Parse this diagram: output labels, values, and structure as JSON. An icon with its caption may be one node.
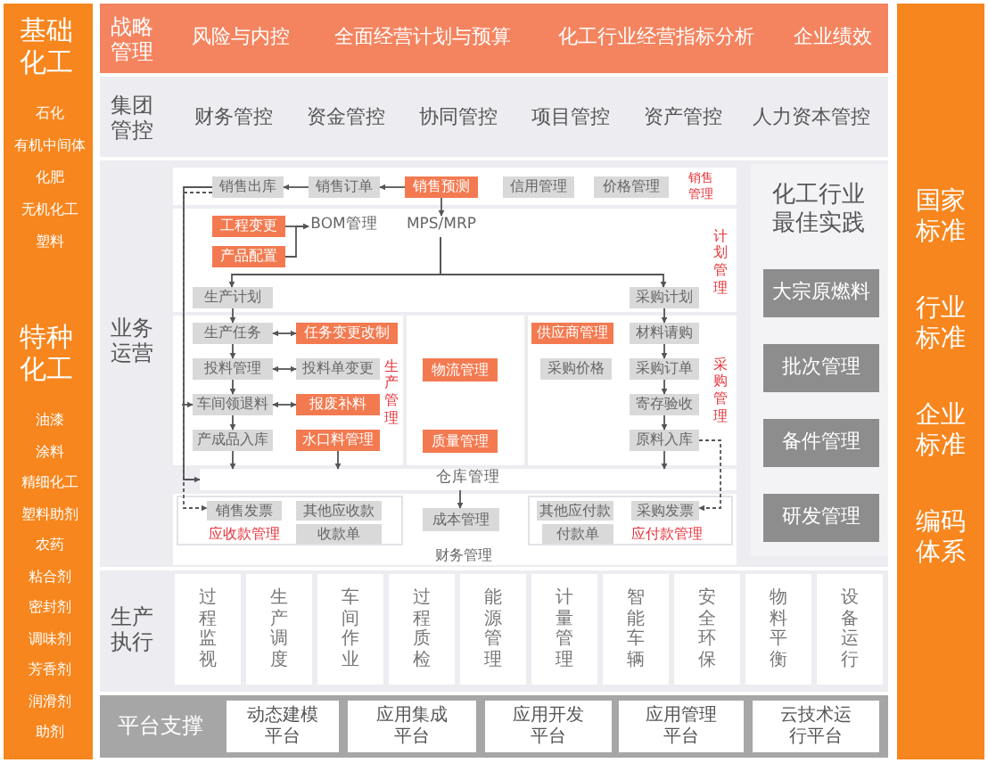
{
  "diagram": {
    "nodes": [
      {
        "text": [
          "基础化工",
          "石化",
          "有机中间体",
          "化肥",
          "无机化工",
          "塑料",
          "特种化工",
          "油漆",
          "涂料",
          "精细化工",
          "塑料助剂",
          "农药",
          "粘合剂",
          "密封剂",
          "调味剂",
          "芳香剂",
          "润滑剂",
          "助剂"
        ]
      },
      {
        "text": [
          "战略管理",
          "风险与内控",
          "全面经营计划与预算",
          "化工行业经营指标分析",
          "企业绩效"
        ]
      },
      {
        "text": [
          "集团管控",
          "财务管控",
          "资金管控",
          "协同管控",
          "项目管控",
          "资产管控",
          "人力资本管控"
        ]
      },
      {
        "text": [
          "业务运营"
        ]
      },
      {
        "text": [
          "销售管理"
        ],
        "in": 3
      },
      {
        "text": [
          "销售出库"
        ],
        "in": 4
      },
      {
        "text": [
          "销售订单"
        ],
        "in": 4
      },
      {
        "text": [
          "销售预测"
        ],
        "in": 4
      },
      {
        "text": [
          "信用管理"
        ],
        "in": 4
      },
      {
        "text": [
          "价格管理"
        ],
        "in": 4
      },
      {
        "text": [
          "计划管理"
        ],
        "in": 3
      },
      {
        "text": [
          "工程变更"
        ],
        "in": 10
      },
      {
        "text": [
          "BOM管理"
        ],
        "in": 10
      },
      {
        "text": [
          "产品配置"
        ],
        "in": 10
      },
      {
        "text": [
          "MPS/MRP"
        ],
        "in": 10
      },
      {
        "text": [
          "生产计划"
        ],
        "in": 10
      },
      {
        "text": [
          "采购计划"
        ],
        "in": 10
      },
      {
        "text": [
          "生产管理"
        ],
        "in": 3
      },
      {
        "text": [
          "生产任务"
        ],
        "in": 17
      },
      {
        "text": [
          "任务变更改制"
        ],
        "in": 17
      },
      {
        "text": [
          "投料管理"
        ],
        "in": 17
      },
      {
        "text": [
          "投料单变更"
        ],
        "in": 17
      },
      {
        "text": [
          "车间领退料"
        ],
        "in": 17
      },
      {
        "text": [
          "报废补料"
        ],
        "in": 17
      },
      {
        "text": [
          "产成品入库"
        ],
        "in": 17
      },
      {
        "text": [
          "水口料管理"
        ],
        "in": 17
      },
      {
        "text": [
          "物流管理"
        ],
        "in": 3
      },
      {
        "text": [
          "质量管理"
        ],
        "in": 3
      },
      {
        "text": [
          "采购管理"
        ],
        "in": 3
      },
      {
        "text": [
          "供应商管理"
        ],
        "in": 28
      },
      {
        "text": [
          "采购价格"
        ],
        "in": 28
      },
      {
        "text": [
          "材料请购"
        ],
        "in": 28
      },
      {
        "text": [
          "采购订单"
        ],
        "in": 28
      },
      {
        "text": [
          "寄存验收"
        ],
        "in": 28
      },
      {
        "text": [
          "原料入库"
        ],
        "in": 28
      },
      {
        "text": [
          "仓库管理"
        ],
        "in": 3
      },
      {
        "text": [
          "财务管理"
        ],
        "in": 3
      },
      {
        "text": [
          "应收款管理"
        ],
        "in": 36
      },
      {
        "text": [
          "销售发票"
        ],
        "in": 37
      },
      {
        "text": [
          "其他应收款"
        ],
        "in": 37
      },
      {
        "text": [
          "收款单"
        ],
        "in": 37
      },
      {
        "text": [
          "成本管理"
        ],
        "in": 36
      },
      {
        "text": [
          "应付款管理"
        ],
        "in": 36
      },
      {
        "text": [
          "其他应付款"
        ],
        "in": 42
      },
      {
        "text": [
          "采购发票"
        ],
        "in": 42
      },
      {
        "text": [
          "付款单"
        ],
        "in": 42
      },
      {
        "text": [
          "化工行业最佳实践"
        ],
        "in": 3
      },
      {
        "text": [
          "大宗原燃料"
        ],
        "in": 46
      },
      {
        "text": [
          "批次管理"
        ],
        "in": 46
      },
      {
        "text": [
          "备件管理"
        ],
        "in": 46
      },
      {
        "text": [
          "研发管理"
        ],
        "in": 46
      },
      {
        "text": [
          "生产执行"
        ]
      },
      {
        "text": [
          "过程监视"
        ],
        "in": 51
      },
      {
        "text": [
          "生产调度"
        ],
        "in": 51
      },
      {
        "text": [
          "车间作业"
        ],
        "in": 51
      },
      {
        "text": [
          "过程质检"
        ],
        "in": 51
      },
      {
        "text": [
          "能源管理"
        ],
        "in": 51
      },
      {
        "text": [
          "计量管理"
        ],
        "in": 51
      },
      {
        "text": [
          "智能车辆"
        ],
        "in": 51
      },
      {
        "text": [
          "安全环保"
        ],
        "in": 51
      },
      {
        "text": [
          "物料平衡"
        ],
        "in": 51
      },
      {
        "text": [
          "设备运行"
        ],
        "in": 51
      },
      {
        "text": [
          "平台支撑"
        ]
      },
      {
        "text": [
          "动态建模平台"
        ],
        "in": 62
      },
      {
        "text": [
          "应用集成平台"
        ],
        "in": 62
      },
      {
        "text": [
          "应用开发平台"
        ],
        "in": 62
      },
      {
        "text": [
          "应用管理平台"
        ],
        "in": 62
      },
      {
        "text": [
          "云技术运行平台"
        ],
        "in": 62
      },
      {
        "text": [
          "国家标准",
          "行业标准",
          "企业标准",
          "编码体系"
        ]
      }
    ],
    "edges": [
      {
        "from": 7,
        "to": 6,
        "arrow": "to"
      },
      {
        "from": 6,
        "to": 5,
        "arrow": "to"
      },
      {
        "from": 5,
        "to": 35,
        "arrow": "to"
      },
      {
        "from": 5,
        "to": 38,
        "arrow": "to",
        "style": "dashed"
      },
      {
        "from": 7,
        "to": 14,
        "arrow": "to"
      },
      {
        "from": 11,
        "to": 12,
        "arrow": "to"
      },
      {
        "from": 13,
        "to": 12,
        "arrow": "to"
      },
      {
        "from": 14,
        "to": 15,
        "arrow": "to"
      },
      {
        "from": 14,
        "to": 16,
        "arrow": "to"
      },
      {
        "from": 15,
        "to": 18,
        "arrow": "to"
      },
      {
        "from": 18,
        "to": 19,
        "arrow": "both"
      },
      {
        "from": 20,
        "to": 21,
        "arrow": "both"
      },
      {
        "from": 22,
        "to": 23,
        "arrow": "both"
      },
      {
        "from": 18,
        "to": 20,
        "arrow": "to"
      },
      {
        "from": 20,
        "to": 22,
        "arrow": "to"
      },
      {
        "from": 22,
        "to": 24,
        "arrow": "to"
      },
      {
        "from": 24,
        "to": 35,
        "arrow": "to"
      },
      {
        "from": 25,
        "to": 35,
        "arrow": "to"
      },
      {
        "from": null,
        "to": 22,
        "arrow": "to"
      },
      {
        "from": 16,
        "to": 31,
        "arrow": "to"
      },
      {
        "from": 31,
        "to": 32,
        "arrow": "to"
      },
      {
        "from": 32,
        "to": 33,
        "arrow": "to"
      },
      {
        "from": 33,
        "to": 34,
        "arrow": "to"
      },
      {
        "from": 34,
        "to": 35,
        "arrow": "to"
      },
      {
        "from": 34,
        "to": 44,
        "arrow": "to",
        "style": "dashed"
      },
      {
        "from": 35,
        "to": 41,
        "arrow": "to"
      }
    ]
  }
}
